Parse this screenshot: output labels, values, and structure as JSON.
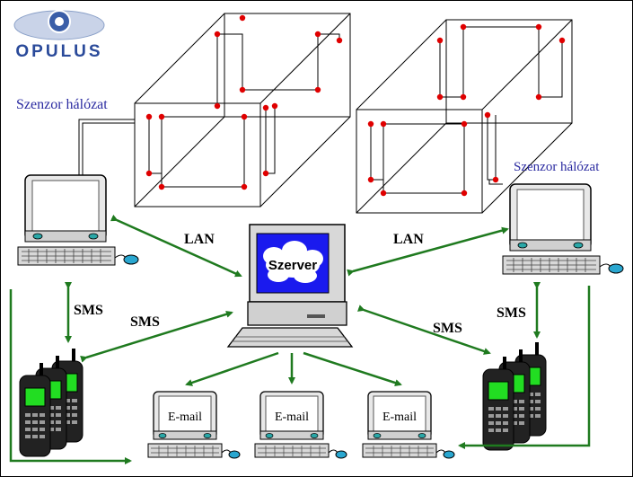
{
  "logo": {
    "text": "OPULUS"
  },
  "labels": {
    "sensor_network_left": "Szenzor hálózat",
    "sensor_network_right": "Szenzor hálózat",
    "lan_left": "LAN",
    "lan_right": "LAN",
    "sms_left_vertical": "SMS",
    "sms_left": "SMS",
    "sms_right": "SMS",
    "sms_right_vertical": "SMS",
    "server": "Szerver",
    "email_1": "E-mail",
    "email_2": "E-mail",
    "email_3": "E-mail"
  },
  "colors": {
    "arrow": "#1f7a1f",
    "sensor_dot": "#e00000",
    "label_blue": "#2a2aa0",
    "screen_blue": "#1a1aee",
    "phone_screen": "#22dd22"
  }
}
